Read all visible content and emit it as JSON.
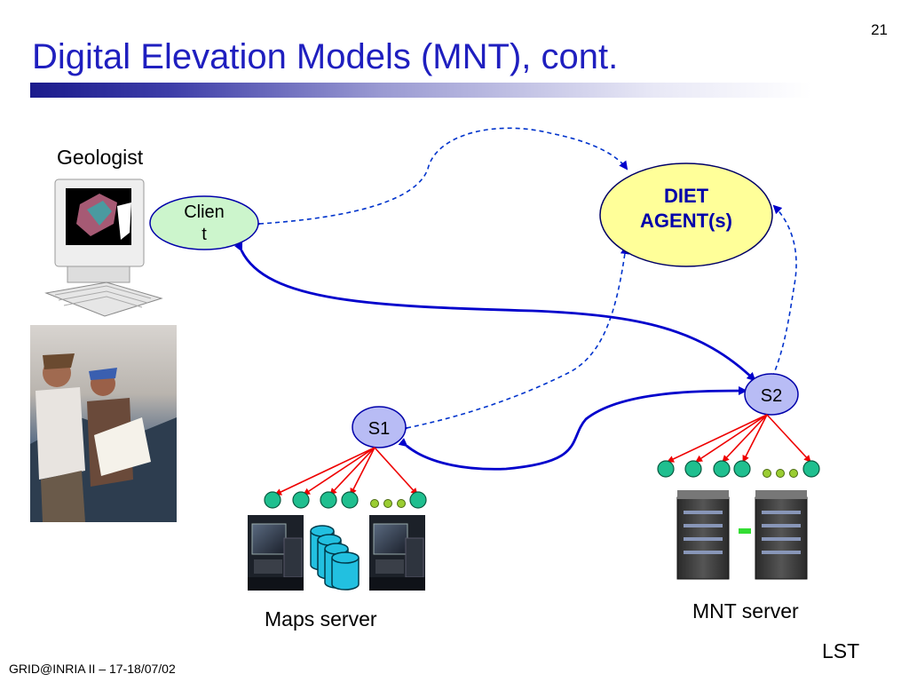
{
  "slide_number": "21",
  "title": "Digital Elevation Models (MNT), cont.",
  "labels": {
    "geologist": "Geologist",
    "client_line1": "Clien",
    "client_line2": "t",
    "agent_line1": "DIET",
    "agent_line2": "AGENT(s)",
    "s1": "S1",
    "s2": "S2",
    "maps_server": "Maps server",
    "mnt_server": "MNT server",
    "lst": "LST"
  },
  "footer": "GRID@INRIA II  – 17-18/07/02",
  "colors": {
    "title": "#1f1fbf",
    "client_fill": "#ccf5cc",
    "agent_fill": "#ffff99",
    "server_fill": "#b8bcf5",
    "arrow_solid": "#0000cc",
    "arrow_dashed": "#0033cc",
    "fanout": "#ee0000",
    "dot_node": "#1fbf8f",
    "dot_small": "#9acd32"
  },
  "icons": [
    "computer-icon",
    "geologists-photo",
    "workstation-icon",
    "database-icon",
    "server-rack-icon"
  ]
}
